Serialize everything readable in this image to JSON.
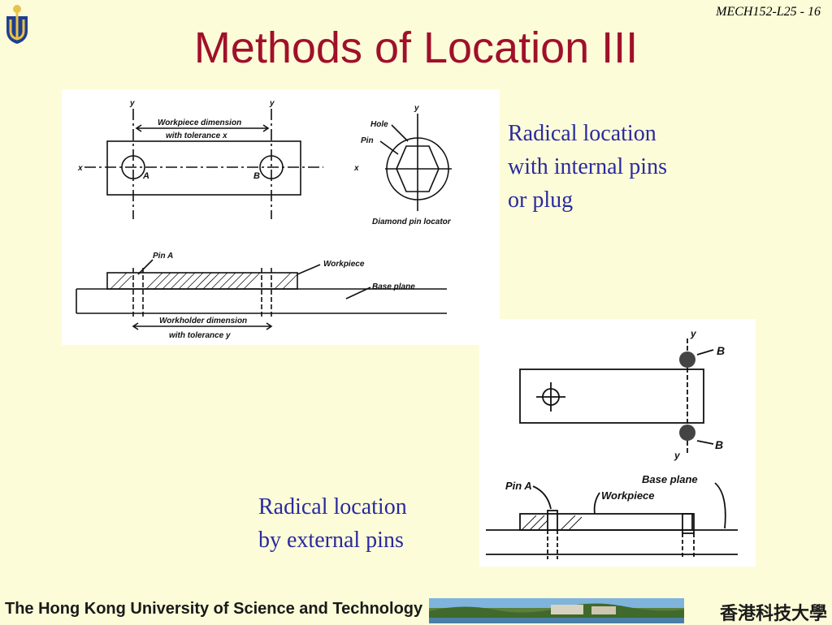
{
  "header": {
    "slide_number": "MECH152-L25 - 16",
    "title": "Methods of Location III"
  },
  "captions": {
    "internal": [
      "Radical location",
      "with internal pins",
      "or plug"
    ],
    "external": [
      "Radical location",
      "by external pins"
    ]
  },
  "figure_internal": {
    "dim_workpiece": [
      "Workpiece dimension",
      "with tolerance x"
    ],
    "dim_workholder": [
      "Workholder dimension",
      "with tolerance y"
    ],
    "axis_x": "x",
    "axis_y": "y",
    "hole_a": "A",
    "hole_b": "B",
    "hole_label": "Hole",
    "pin_label": "Pin",
    "diamond_caption": "Diamond pin locator",
    "pin_a_label": "Pin A",
    "workpiece_label": "Workpiece",
    "base_plane_label": "Base plane"
  },
  "figure_external": {
    "axis_y": "y",
    "pin_b": "B",
    "pin_a_label": "Pin A",
    "workpiece_label": "Workpiece",
    "base_plane_label": "Base plane"
  },
  "footer": {
    "university": "The Hong Kong University of Science and Technology",
    "chinese_name": "香港科技大學"
  }
}
